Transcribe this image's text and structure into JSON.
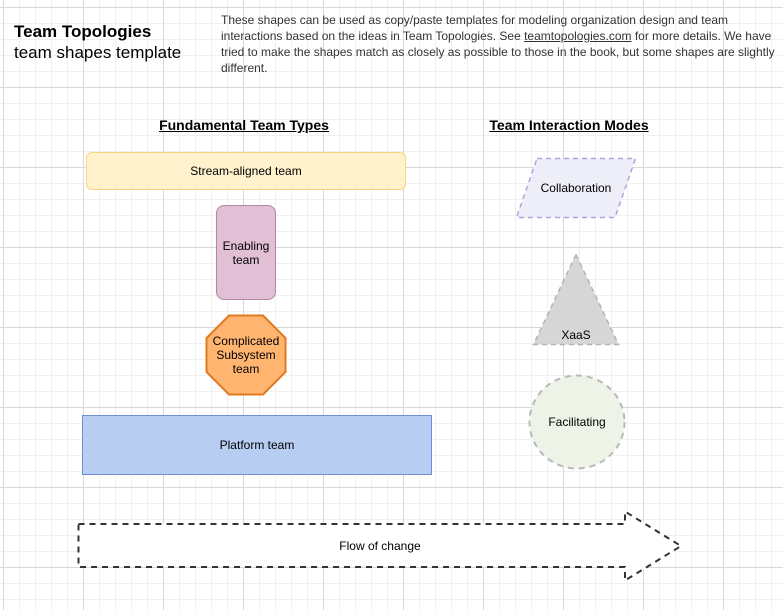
{
  "header": {
    "title": "Team Topologies",
    "subtitle": "team shapes template",
    "description_before_link": "These shapes can be used as copy/paste templates for modeling organization design and team interactions based on the ideas in Team Topologies. See ",
    "description_link": "teamtopologies.com",
    "description_after_link": " for more details. We have tried to make the shapes match as closely as possible to those in the book, but some shapes are slightly different."
  },
  "headings": {
    "fundamental": "Fundamental Team Types",
    "interaction": "Team Interaction Modes"
  },
  "team_types": {
    "stream_aligned": "Stream-aligned team",
    "enabling_line1": "Enabling",
    "enabling_line2": "team",
    "complicated_line1": "Complicated",
    "complicated_line2": "Subsystem",
    "complicated_line3": "team",
    "platform": "Platform team"
  },
  "interaction_modes": {
    "collaboration": "Collaboration",
    "xaas": "XaaS",
    "facilitating": "Facilitating"
  },
  "flow": {
    "label": "Flow of change"
  },
  "colors": {
    "stream_aligned_fill": "#fff2cc",
    "enabling_fill": "#e1bfd4",
    "complicated_fill": "#ffb570",
    "platform_fill": "#b7cdf1",
    "collaboration_fill": "#eeeef8",
    "xaas_fill": "#d6d6d6",
    "facilitating_fill": "#edf3e6"
  }
}
